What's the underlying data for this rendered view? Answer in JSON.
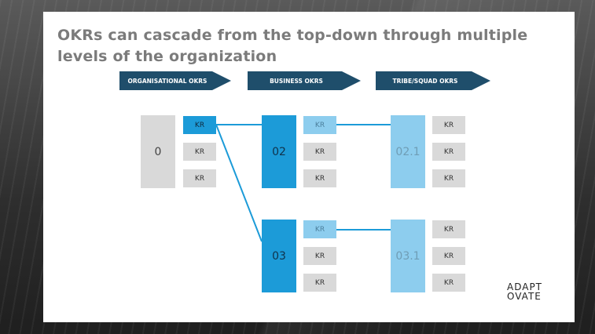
{
  "title": "OKRs can cascade from the top-down through multiple levels of the organization",
  "levels": [
    {
      "label": "ORGANISATIONAL OKRS"
    },
    {
      "label": "BUSINESS OKRS"
    },
    {
      "label": "TRIBE/SQUAD OKRS"
    }
  ],
  "objectives": {
    "org": "0",
    "biz_a": "02",
    "biz_b": "03",
    "tribe_a": "02.1",
    "tribe_b": "03.1"
  },
  "kr_label": "KR",
  "logo": {
    "line1": "ADAPT",
    "line2": "OVATE"
  },
  "colors": {
    "header": "#1f4e6b",
    "blue": "#1c9bd8",
    "light_blue": "#8dcdee",
    "grey": "#d9d9d9"
  }
}
